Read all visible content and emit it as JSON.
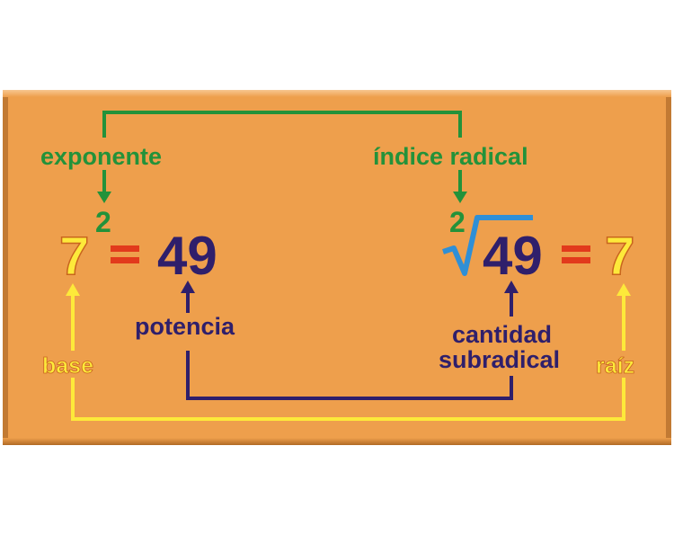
{
  "labels": {
    "exponent_label": "exponente",
    "radical_index_label": "índice radical",
    "power_label": "potencia",
    "radicand_label_line1": "cantidad",
    "radicand_label_line2": "subradical",
    "base_label": "base",
    "root_label": "raíz"
  },
  "left_equation": {
    "base": "7",
    "exponent": "2",
    "equals": "=",
    "power": "49"
  },
  "right_equation": {
    "index": "2",
    "radical_symbol": "√",
    "radicand": "49",
    "equals": "=",
    "root": "7"
  },
  "colors": {
    "background": "#ee9f4c",
    "green": "#23923a",
    "navy": "#2f1f6b",
    "yellow": "#fde93a",
    "yellow_outline": "#c9651e",
    "red": "#e23a1c",
    "radical_blue": "#2f8fd6"
  }
}
